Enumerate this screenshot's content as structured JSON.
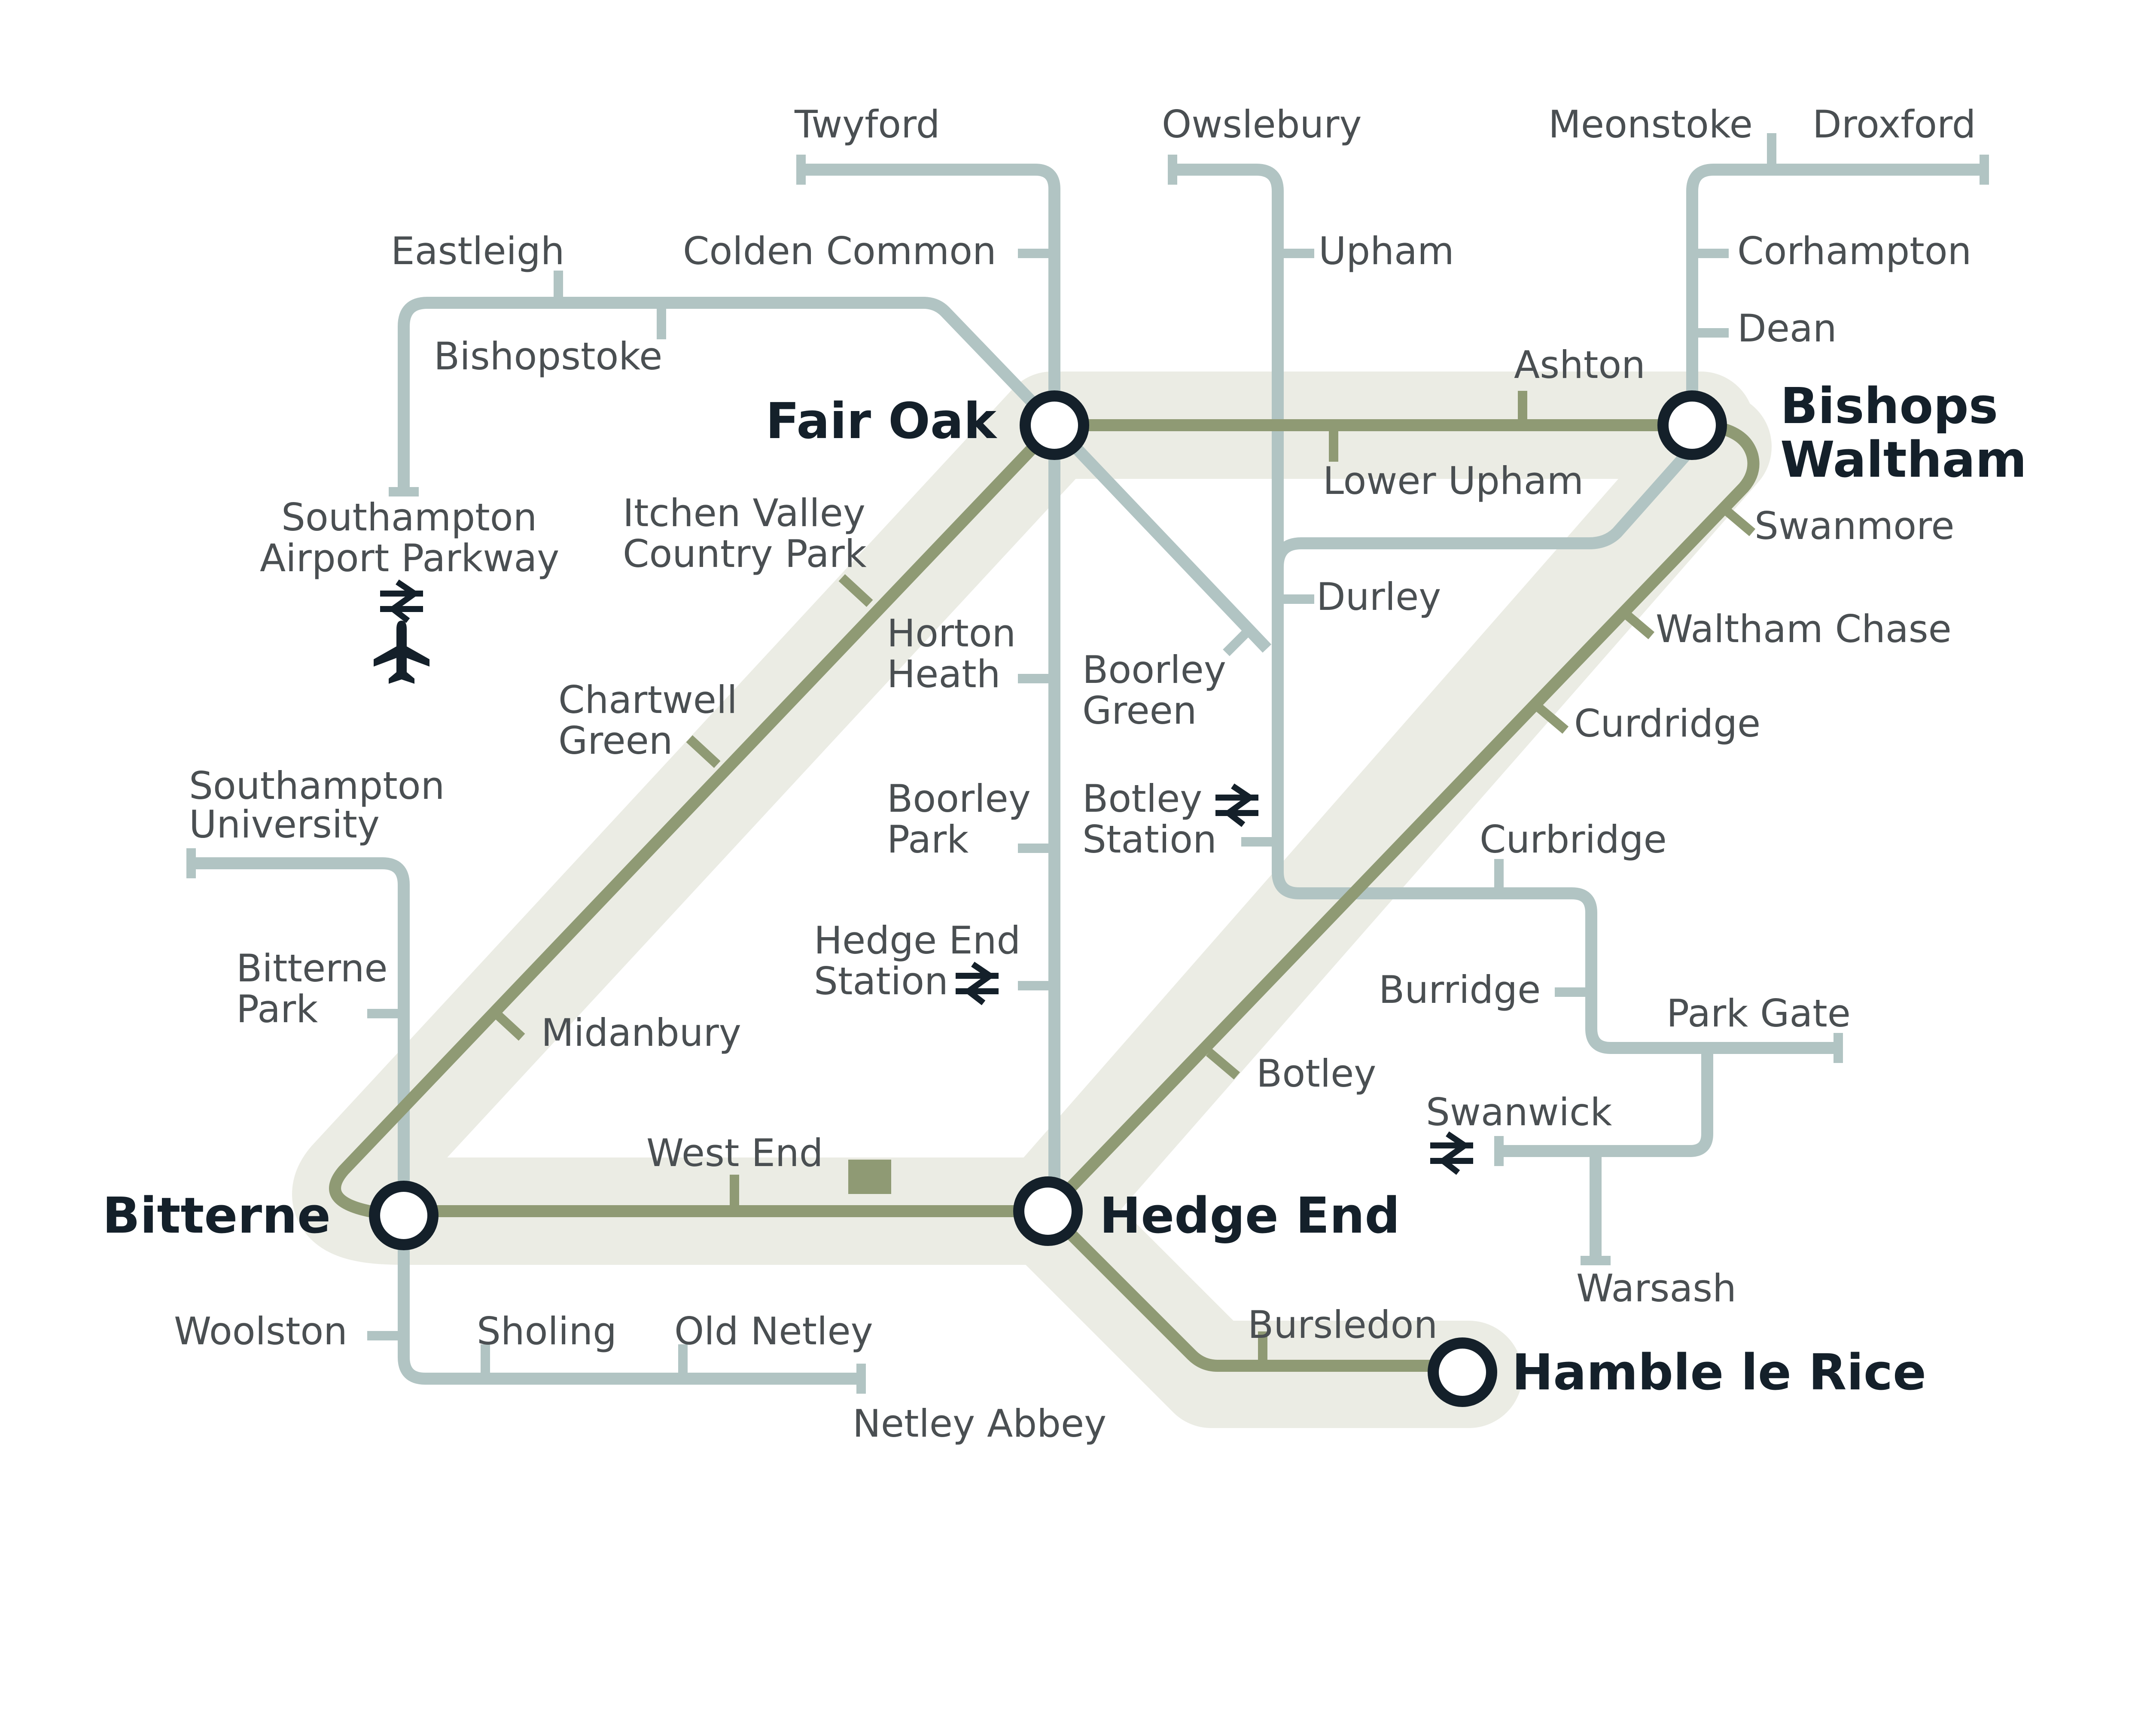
{
  "colors": {
    "background": "#ffffff",
    "corridor": "#ebece4",
    "main_line": "#8f9a74",
    "branch_line": "#b1c4c3",
    "station_text": "#4a4f52",
    "hub_text": "#14202a"
  },
  "hubs": {
    "fair_oak": "Fair Oak",
    "bishops_waltham_1": "Bishops",
    "bishops_waltham_2": "Waltham",
    "bitterne": "Bitterne",
    "hedge_end": "Hedge End",
    "hamble": "Hamble le Rice"
  },
  "stations": {
    "twyford": "Twyford",
    "owslebury": "Owslebury",
    "meonstoke": "Meonstoke",
    "droxford": "Droxford",
    "eastleigh": "Eastleigh",
    "colden_common": "Colden Common",
    "upham": "Upham",
    "corhampton": "Corhampton",
    "dean": "Dean",
    "bishopstoke": "Bishopstoke",
    "ashton": "Ashton",
    "lower_upham": "Lower Upham",
    "swanmore": "Swanmore",
    "sap_1": "Southampton",
    "sap_2": "Airport Parkway",
    "itchen_1": "Itchen Valley",
    "itchen_2": "Country Park",
    "durley": "Durley",
    "horton_1": "Horton",
    "horton_2": "Heath",
    "waltham_chase": "Waltham Chase",
    "boorley_green_1": "Boorley",
    "boorley_green_2": "Green",
    "chartwell_1": "Chartwell",
    "chartwell_2": "Green",
    "curdridge": "Curdridge",
    "su_1": "Southampton",
    "su_2": "University",
    "boorley_park_1": "Boorley",
    "boorley_park_2": "Park",
    "botley_station_1": "Botley",
    "botley_station_2": "Station",
    "curbridge": "Curbridge",
    "hedge_end_station_1": "Hedge End",
    "hedge_end_station_2": "Station",
    "bitterne_park_1": "Bitterne",
    "bitterne_park_2": "Park",
    "midanbury": "Midanbury",
    "burridge": "Burridge",
    "park_gate": "Park Gate",
    "botley": "Botley",
    "swanwick": "Swanwick",
    "west_end": "West End",
    "warsash": "Warsash",
    "bursledon": "Bursledon",
    "woolston": "Woolston",
    "sholing": "Sholing",
    "old_netley": "Old Netley",
    "netley_abbey": "Netley Abbey"
  },
  "icons": {
    "rail": "national-rail-icon",
    "airport": "airplane-icon",
    "depot": "square-marker-icon"
  }
}
